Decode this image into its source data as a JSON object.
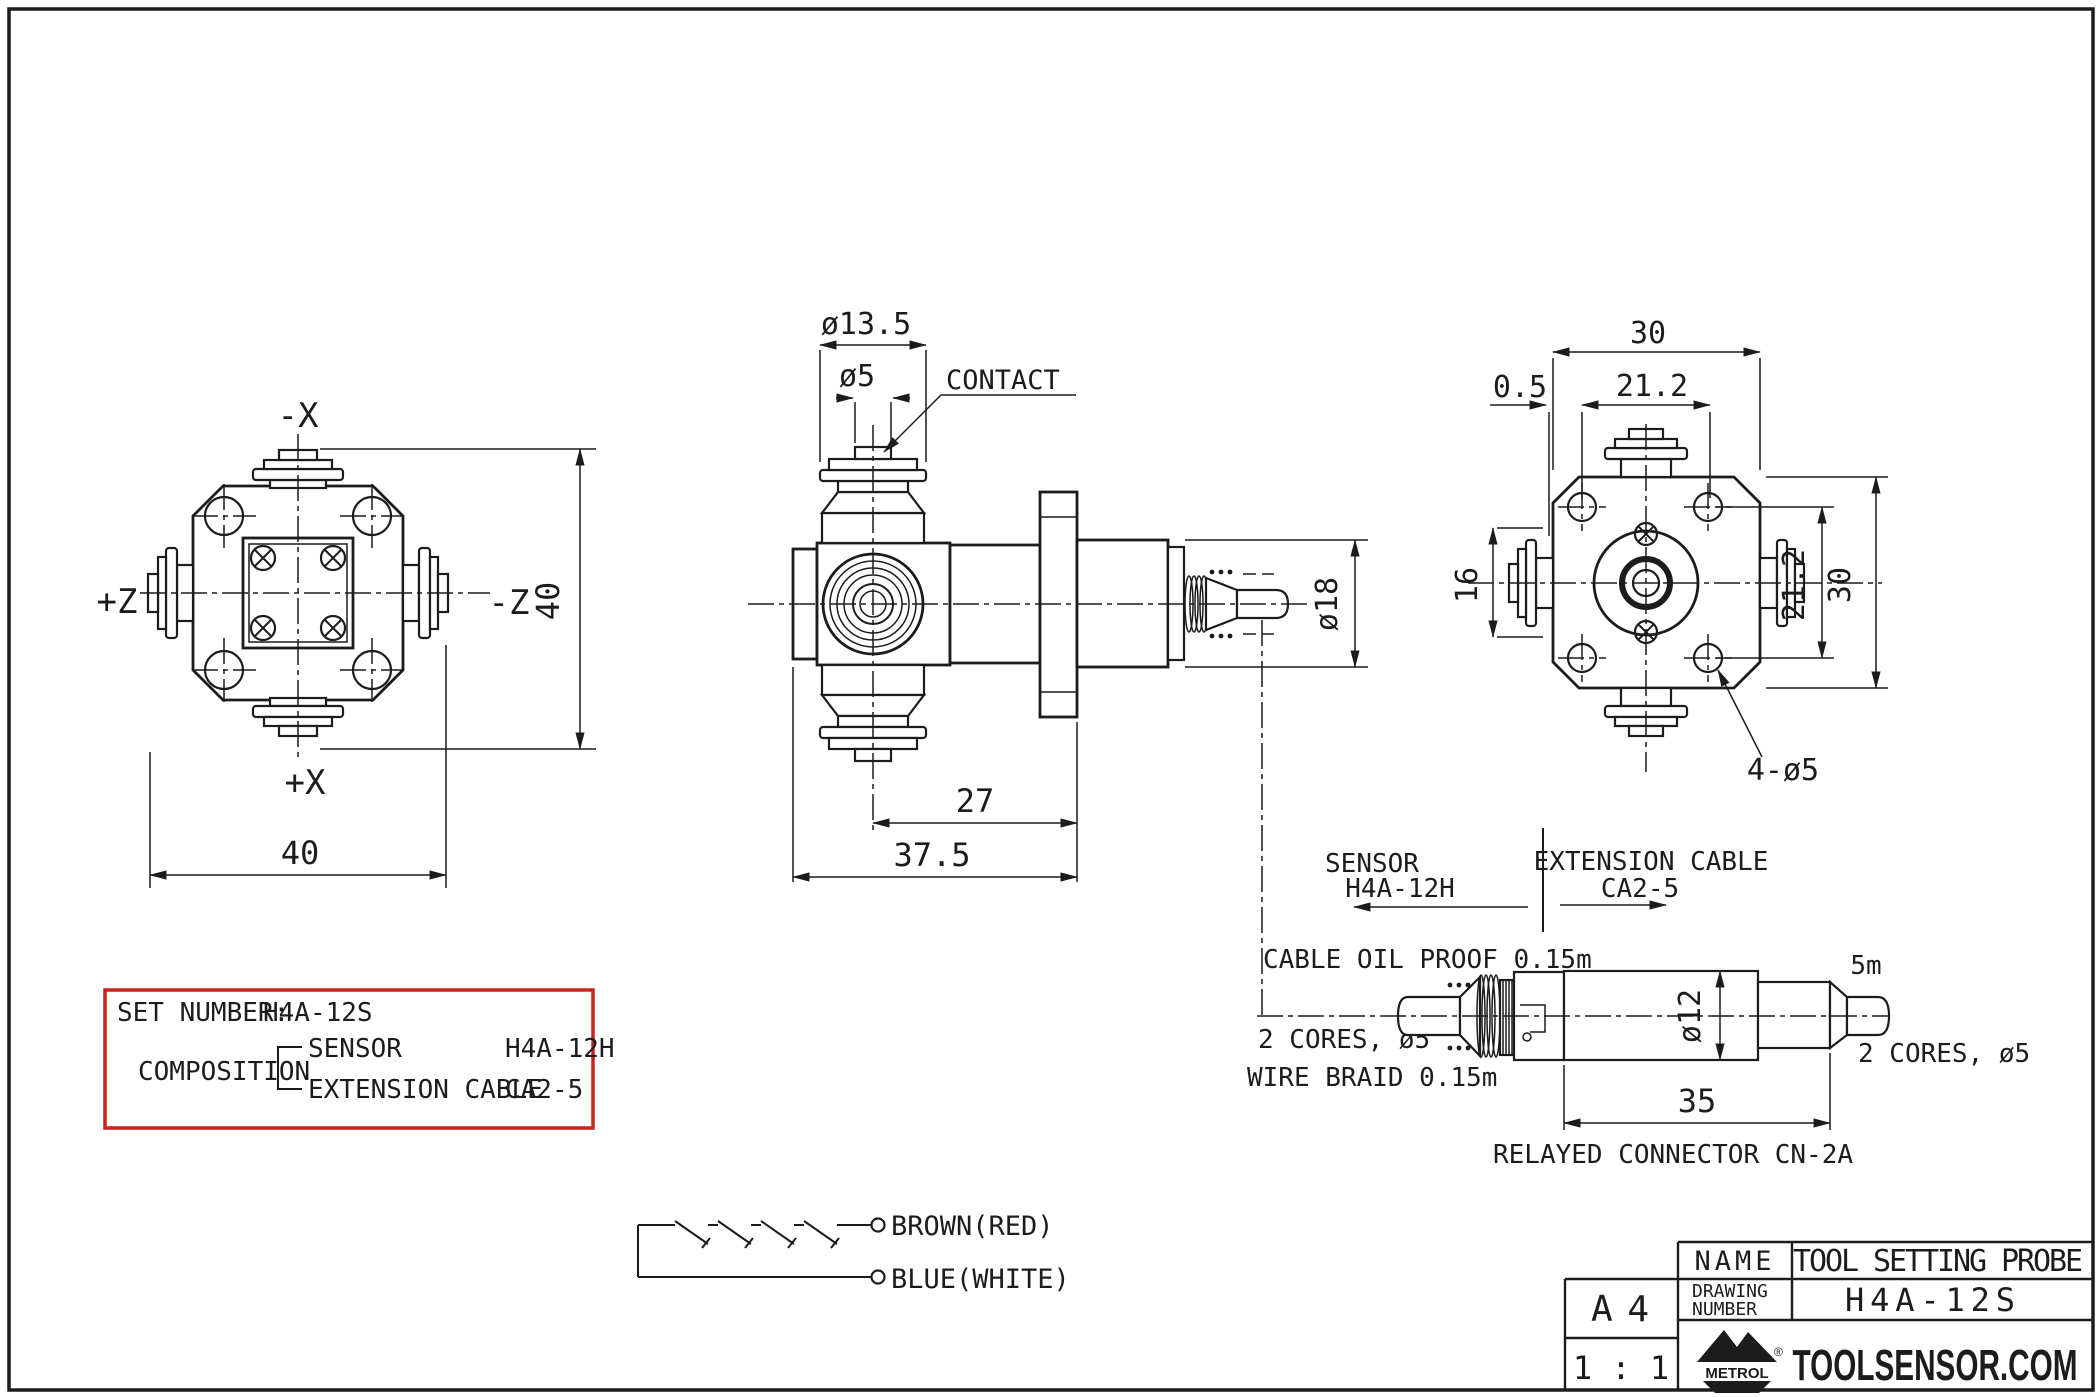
{
  "colors": {
    "ink": "#1c1c1c",
    "accent_red": "#c8231c",
    "paper": "#ffffff"
  },
  "front_view": {
    "label_minus_x": "-X",
    "label_plus_x": "+X",
    "label_plus_z": "+Z",
    "label_minus_z": "-Z",
    "dim_height": "40",
    "dim_width": "40"
  },
  "side_view": {
    "dim_flange_dia": "ø13.5",
    "dim_tip_dia": "ø5",
    "contact_label": "CONTACT",
    "dim_body_len": "27",
    "dim_total_len": "37.5",
    "dim_rear_dia": "ø18"
  },
  "rear_view": {
    "dim_width_top": "30",
    "dim_step": "0.5",
    "dim_span_top": "21.2",
    "dim_tip_h": "16",
    "dim_span_right": "21.2",
    "dim_height_right": "30",
    "holes_label": "4-ø5"
  },
  "cable_detail": {
    "sensor_label": "SENSOR",
    "sensor_model": "H4A-12H",
    "extension_label": "EXTENSION CABLE",
    "extension_model": "CA2-5",
    "oil_proof": "CABLE OIL PROOF 0.15m",
    "cores_left": "2 CORES, ø5",
    "wire_braid": "WIRE BRAID 0.15m",
    "length_right": "5m",
    "cores_right": "2 CORES, ø5",
    "dim_connector_dia": "ø12",
    "dim_connector_len": "35",
    "connector_label": "RELAYED CONNECTOR CN-2A"
  },
  "set_box": {
    "set_label": "SET NUMBER:",
    "set_value": "H4A-12S",
    "composition_label": "COMPOSITION",
    "sensor_label": "SENSOR",
    "sensor_value": "H4A-12H",
    "extension_label": "EXTENSION CABLE",
    "extension_value": "CA2-5"
  },
  "wiring": {
    "terminal_brown": "BROWN(RED)",
    "terminal_blue": "BLUE(WHITE)"
  },
  "title_block": {
    "name_label": "NAME",
    "name_value": "TOOL SETTING PROBE",
    "drawing_label_line1": "DRAWING",
    "drawing_label_line2": "NUMBER",
    "drawing_number": "H4A-12S",
    "paper_size": "A4",
    "scale": "1 : 1",
    "brand": "METROL",
    "brand_reg": "®",
    "website": "TOOLSENSOR.COM"
  }
}
